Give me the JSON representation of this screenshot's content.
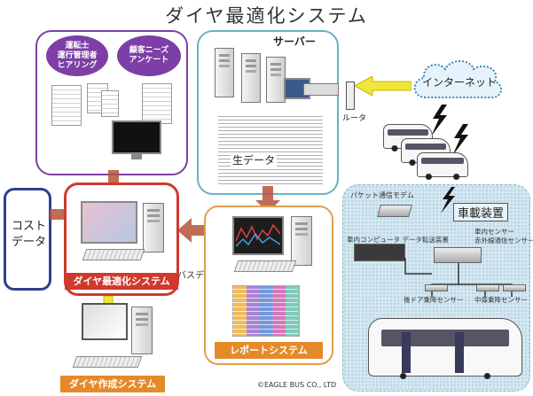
{
  "title": "ダイヤ最適化システム",
  "hearing": {
    "bubble1": "運転士\n運行管理者\nヒアリング",
    "bubble2": "顧客ニーズ\nアンケート"
  },
  "server": {
    "label": "サーバー",
    "router": "ルータ",
    "raw_data": "生データ"
  },
  "internet": "インターネット",
  "cost": {
    "label": "コスト\nデータ"
  },
  "optimizer": {
    "label": "ダイヤ最適化システム",
    "bus_data": "バスデータ"
  },
  "report": {
    "label": "レポートシステム"
  },
  "creator": {
    "label": "ダイヤ作成システム"
  },
  "onboard": {
    "title": "車載装置",
    "packet": "パケット通信モデム",
    "computer": "車内コンピュータ データ転送装置",
    "sensor_top": "車内センサー\n赤外線通信センサー",
    "sensor_rear": "後ドア乗降センサー",
    "sensor_mid": "中扉乗降センサー"
  },
  "copyright": "©EAGLE BUS CO., LTD",
  "colors": {
    "purple": "#7d3fa6",
    "teal": "#66b3c2",
    "red": "#d0392c",
    "navy": "#2f3f8f",
    "orange": "#e0a049",
    "arrow_red": "#b5523a",
    "arrow_yellow": "#f2e63a",
    "onboard_bg": "#cfe3ee",
    "plate_orange": "#e58a2a",
    "plate_red": "#d0392c"
  }
}
